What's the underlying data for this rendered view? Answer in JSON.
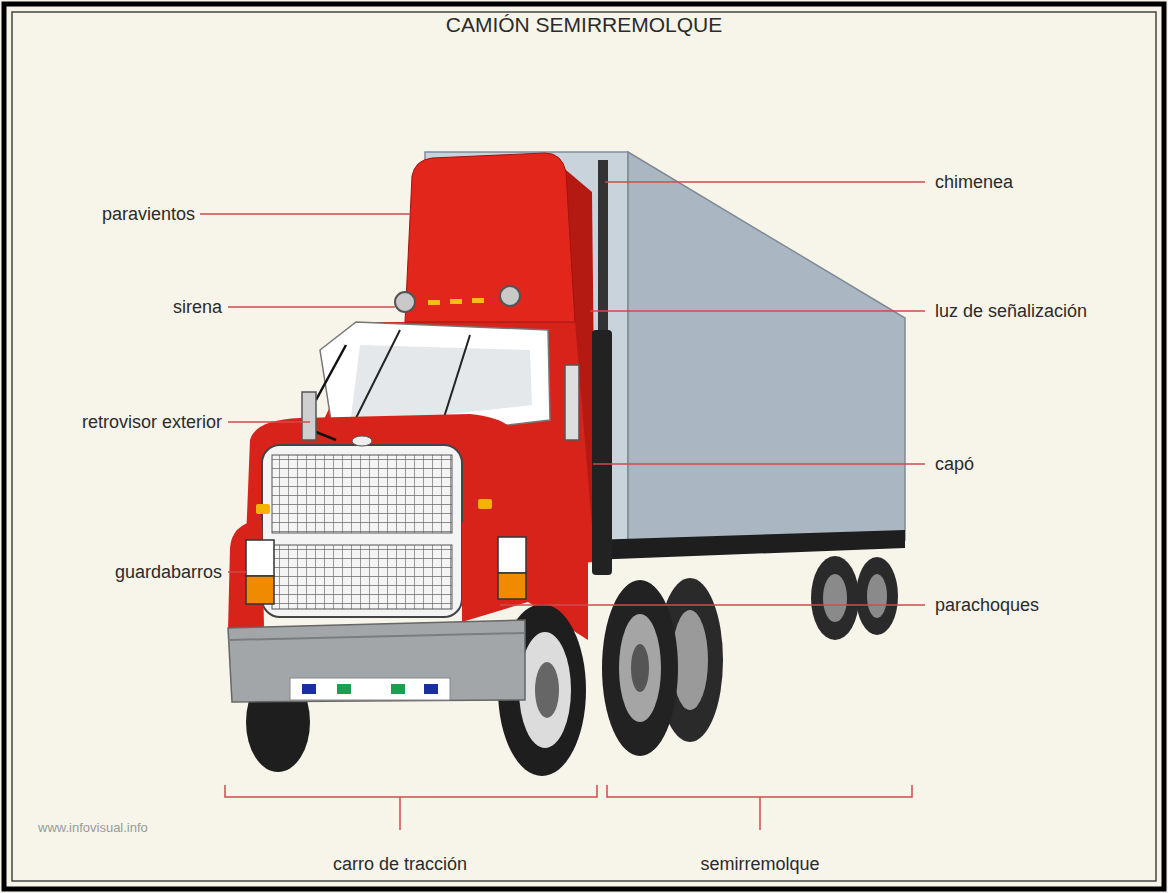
{
  "diagram": {
    "title": "CAMIÓN SEMIRREMOLQUE",
    "labels": [
      "paravientos",
      "chimenea",
      "sirena",
      "luz de señalización",
      "retrovisor exterior",
      "capó",
      "guardabarros",
      "parachoques",
      "www.infovisual.info",
      "carro de tracción",
      "semirremolque"
    ]
  }
}
